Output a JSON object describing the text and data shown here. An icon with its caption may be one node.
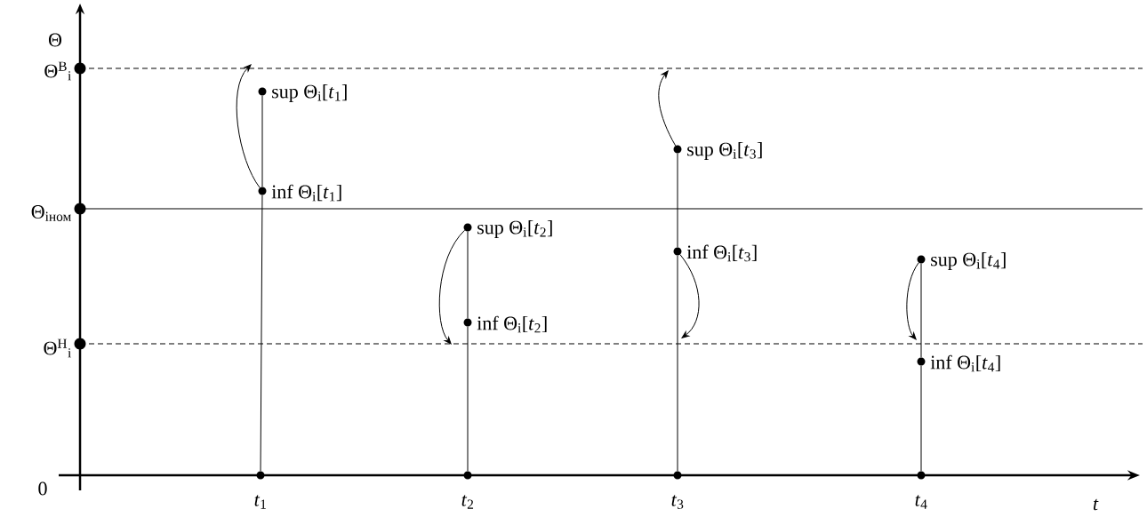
{
  "diagram": {
    "nodes": [
      {
        "text": [
          "sup Θ$_{i}$[*t*$_{1}$]"
        ]
      },
      {
        "text": [
          "inf Θ$_{i}$[*t*$_{1}$]"
        ]
      },
      {
        "text": [
          "sup Θ$_{i}$[*t*$_{2}$]"
        ]
      },
      {
        "text": [
          "inf Θ$_{i}$[*t*$_{2}$]"
        ]
      },
      {
        "text": [
          "sup Θ$_{i}$[*t*$_{3}$]"
        ]
      },
      {
        "text": [
          "inf Θ$_{i}$[*t*$_{3}$]"
        ]
      },
      {
        "text": [
          "sup Θ$_{i}$[*t*$_{4}$]"
        ]
      },
      {
        "text": [
          "inf Θ$_{i}$[*t*$_{4}$]"
        ]
      },
      {
        "text": [
          "*t*$_{1}$"
        ]
      },
      {
        "text": [
          "*t*$_{2}$"
        ]
      },
      {
        "text": [
          "*t*$_{3}$"
        ]
      },
      {
        "text": [
          "*t*$_{4}$"
        ]
      }
    ],
    "edges": [
      {
        "from": 1,
        "to": null,
        "arrow": "to"
      },
      {
        "from": 2,
        "to": null,
        "arrow": "to"
      },
      {
        "from": 4,
        "to": null,
        "arrow": "to"
      },
      {
        "from": 5,
        "to": null,
        "arrow": "to"
      },
      {
        "from": 6,
        "to": null,
        "arrow": "to"
      },
      {
        "from": 8,
        "to": 1,
        "arrow": "none"
      },
      {
        "from": 1,
        "to": 0,
        "arrow": "none"
      },
      {
        "from": 9,
        "to": 3,
        "arrow": "none"
      },
      {
        "from": 3,
        "to": 2,
        "arrow": "none"
      },
      {
        "from": 10,
        "to": 5,
        "arrow": "none"
      },
      {
        "from": 5,
        "to": 4,
        "arrow": "none"
      },
      {
        "from": 11,
        "to": 7,
        "arrow": "none"
      },
      {
        "from": 7,
        "to": 6,
        "arrow": "none"
      }
    ],
    "labels": [
      "Θ",
      "Θ$^{В}$$_{i}$",
      "Θ$_{iном}$",
      "Θ$^{Н}$$_{i}$",
      "0",
      "t"
    ]
  }
}
